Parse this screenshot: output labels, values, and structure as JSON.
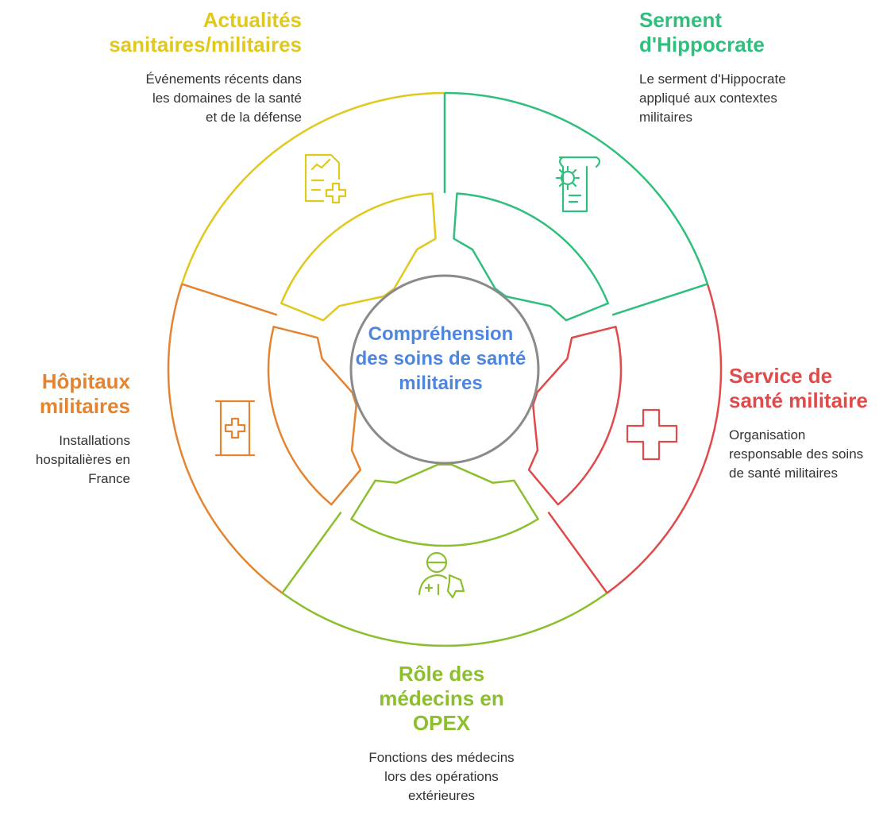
{
  "center": {
    "title": "Compréhension des soins de santé militaires",
    "color": "#4d86e0"
  },
  "sections": [
    {
      "key": "actualites",
      "title": "Actualités sanitaires/militaires",
      "description": "Événements récents dans les domaines de la santé et de la défense",
      "color": "#e0c81c",
      "icon": "medical-report-icon"
    },
    {
      "key": "serment",
      "title": "Serment d'Hippocrate",
      "description": "Le serment d'Hippocrate appliqué aux contextes militaires",
      "color": "#2fbf7d",
      "icon": "scroll-oath-icon"
    },
    {
      "key": "service",
      "title": "Service de santé militaire",
      "description": "Organisation responsable des soins de santé militaires",
      "color": "#e04a4a",
      "icon": "medical-cross-icon"
    },
    {
      "key": "role",
      "title": "Rôle des médecins en OPEX",
      "description": "Fonctions des médecins lors des opérations extérieures",
      "color": "#8cbf2e",
      "icon": "field-doctor-icon"
    },
    {
      "key": "hopitaux",
      "title": "Hôpitaux militaires",
      "description": "Installations hospitalières en France",
      "color": "#e48431",
      "icon": "hospital-icon"
    }
  ]
}
